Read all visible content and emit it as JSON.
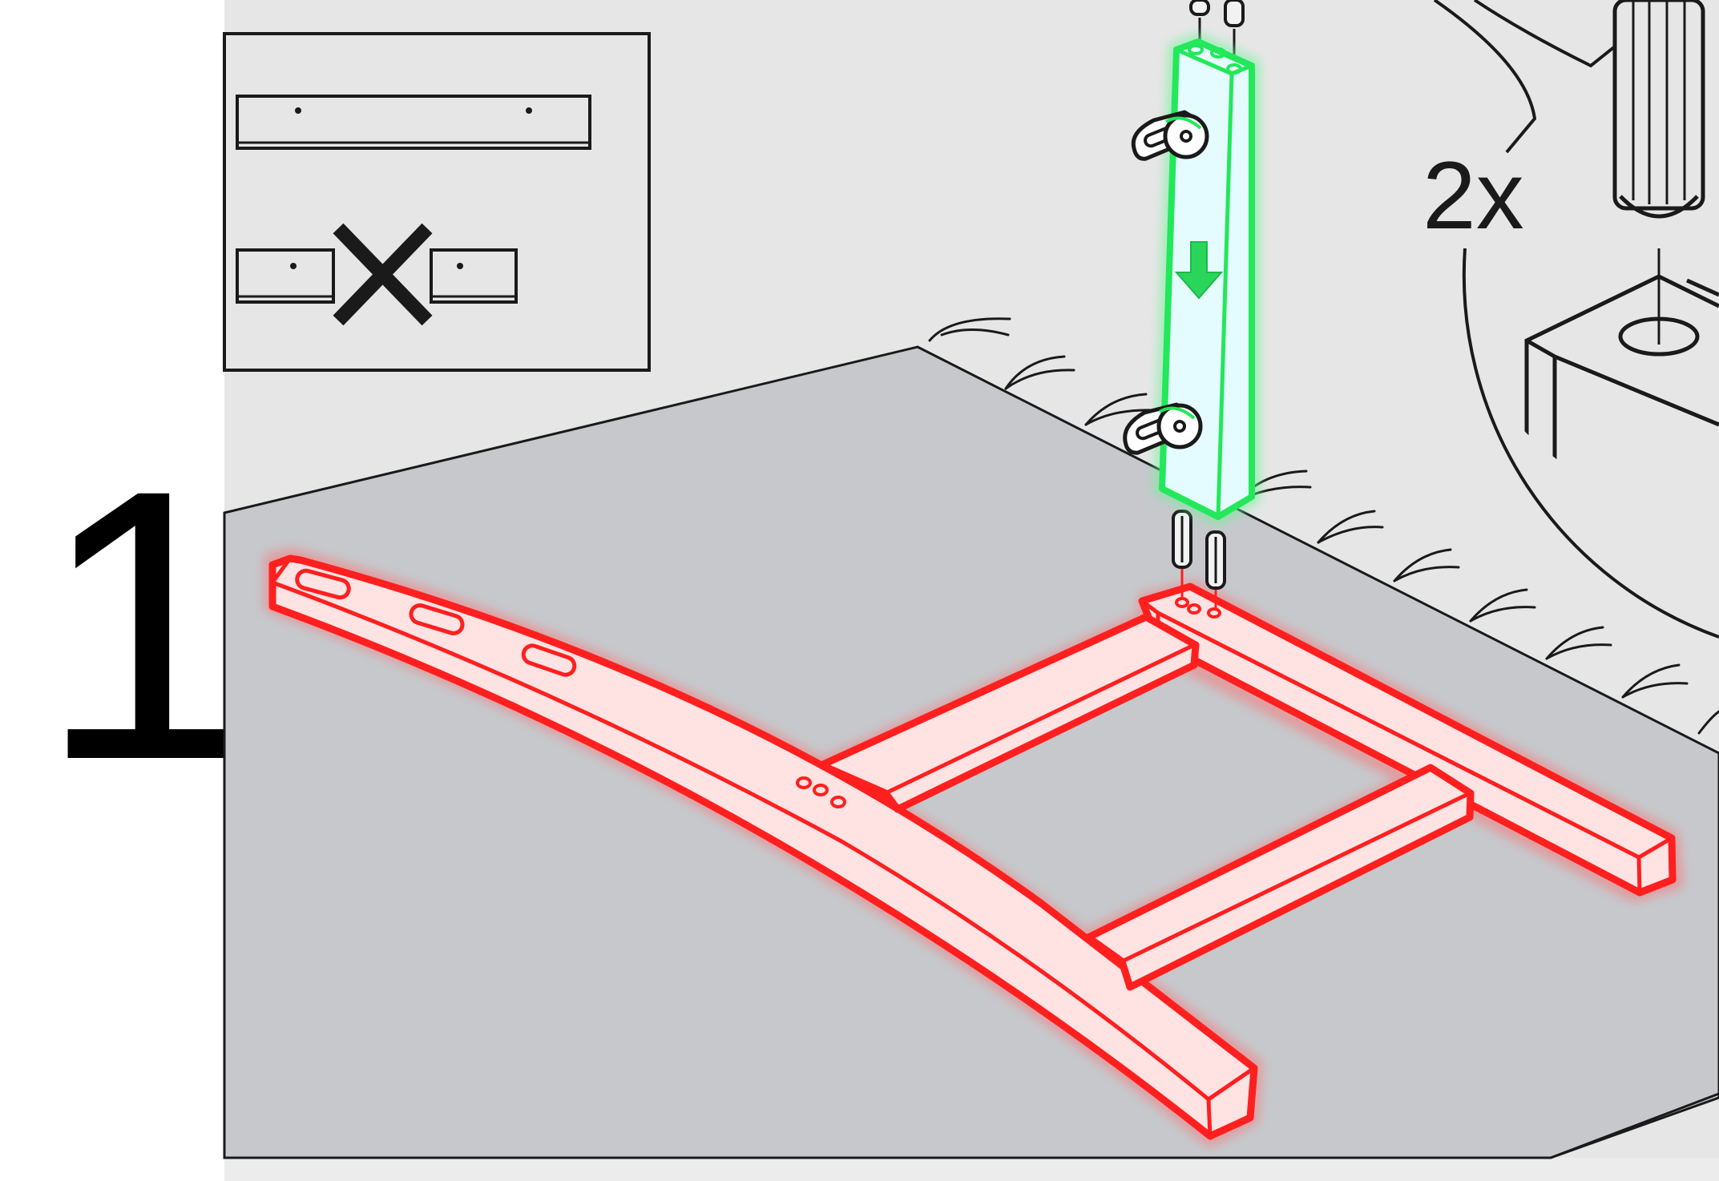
{
  "step": {
    "number": "1"
  },
  "detail": {
    "quantity": "2x",
    "part": "dowel"
  },
  "notice": {
    "correct": "board-two-holes",
    "incorrect": "board-split-cross"
  },
  "colors": {
    "background": "#e6e6e6",
    "floor": "#c6c8cc",
    "base_highlight_stroke": "#ff1f1f",
    "base_highlight_fill": "#ffe3e3",
    "leg_highlight_stroke": "#22e85a",
    "leg_highlight_fill": "#e4fbff",
    "arrow": "#29d65a",
    "line": "#1a1a1a"
  }
}
